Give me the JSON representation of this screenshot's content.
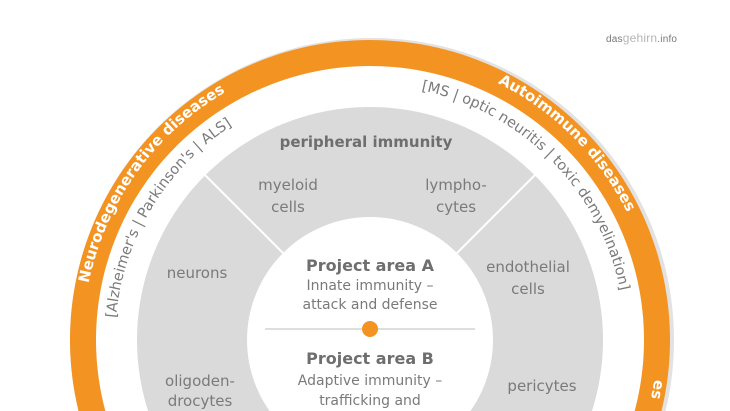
{
  "logo": {
    "part1": "das",
    "part2": "gehirn",
    "part3": ".info"
  },
  "outer_ring": {
    "left_label": "Neurodegenerative diseases",
    "right_label": "Autoimmune diseases",
    "bottom_right_fragment": "es",
    "left_examples": "[Alzheimer's | Parkinson's | ALS]",
    "right_examples": "[MS | optic neuritis | toxic demyelination]"
  },
  "segments": {
    "top_title": "peripheral immunity",
    "myeloid": [
      "myeloid",
      "cells"
    ],
    "lymphocytes": [
      "lympho-",
      "cytes"
    ],
    "neurons": "neurons",
    "endothelial": [
      "endothelial",
      "cells"
    ],
    "oligodendrocytes": [
      "oligoden-",
      "drocytes"
    ],
    "pericytes": "pericytes"
  },
  "center": {
    "area_a": {
      "title": "Project area A",
      "line1": "Innate immunity –",
      "line2": "attack and defense"
    },
    "area_b": {
      "title": "Project area B",
      "line1": "Adaptive immunity –",
      "line2": "trafficking and"
    }
  },
  "colors": {
    "orange": "#f39322",
    "gray": "#dadada",
    "text": "#7a7a7a"
  }
}
